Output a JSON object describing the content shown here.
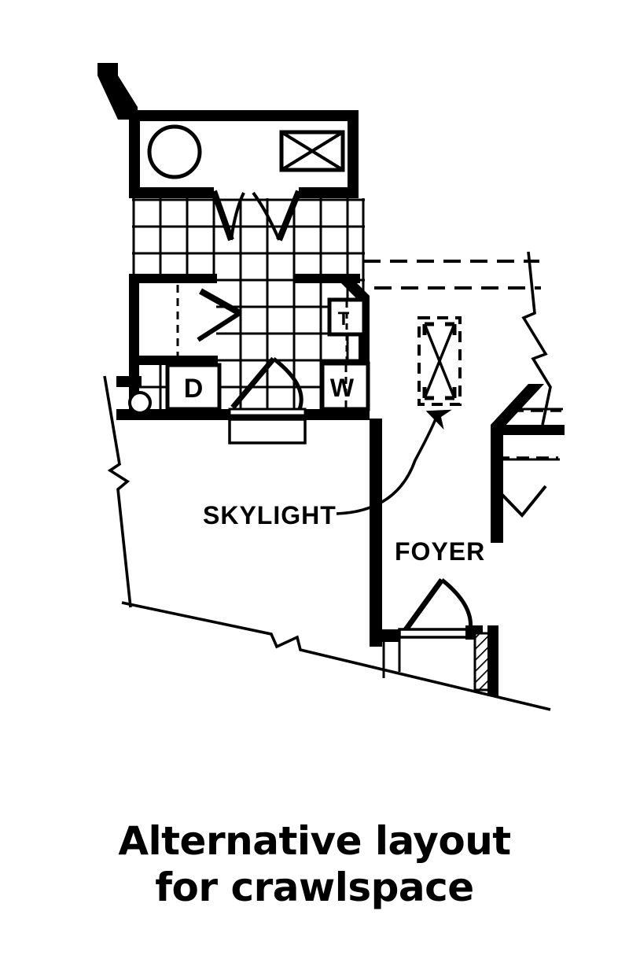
{
  "drawing": {
    "title_lines": [
      "Alternative layout",
      "for crawlspace"
    ],
    "type": "architectural-floor-plan",
    "ink_color": "#000000",
    "paper_color": "#ffffff"
  },
  "annotations": {
    "skylight_label": "SKYLIGHT",
    "foyer_label": "FOYER"
  },
  "fixtures": {
    "dryer_label": "D",
    "washer_label": "W",
    "tank_label": "T"
  },
  "rooms": {
    "bath": {
      "sink_shape": "circle",
      "shower_shape": "rectangle-with-x"
    },
    "utility": {
      "floor_pattern": "tile-grid"
    }
  },
  "symbols": {
    "skylight_symbol": "dashed-rectangle-with-x",
    "leader_arrow": "curved-arrow",
    "break_line": "zigzag",
    "door_swing": "quarter-arc",
    "wall_hatch": "diagonal-hatch"
  }
}
